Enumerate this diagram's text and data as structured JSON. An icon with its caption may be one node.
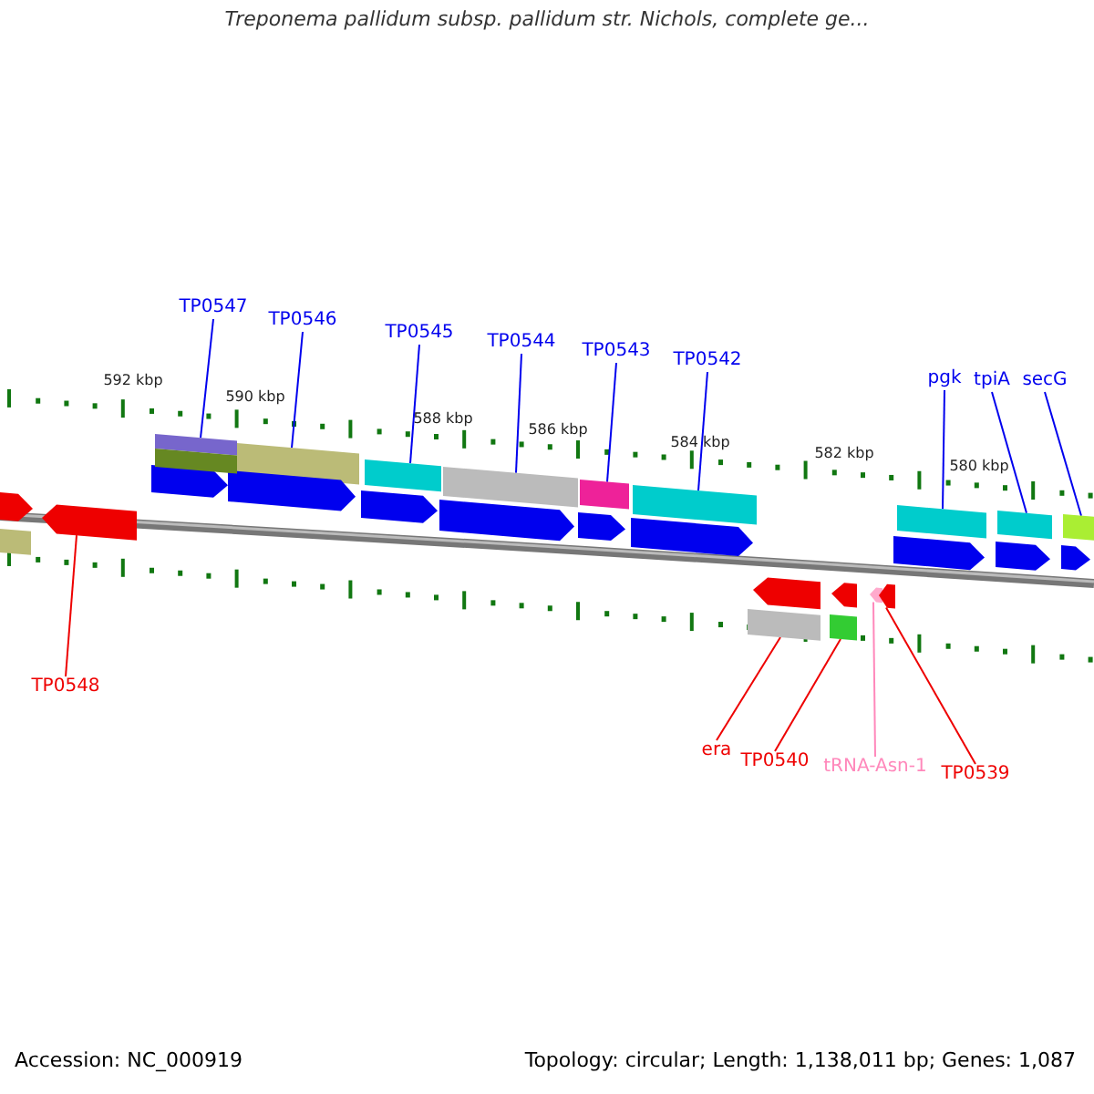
{
  "diagram": {
    "title": "Treponema pallidum subsp. pallidum str. Nichols, complete ge...",
    "nodes": [
      {
        "text": [
          "TP0547"
        ]
      },
      {
        "text": [
          "TP0546"
        ]
      },
      {
        "text": [
          "TP0545"
        ]
      },
      {
        "text": [
          "TP0544"
        ]
      },
      {
        "text": [
          "TP0543"
        ]
      },
      {
        "text": [
          "TP0542"
        ]
      },
      {
        "text": [
          "pgk"
        ]
      },
      {
        "text": [
          "tpiA"
        ]
      },
      {
        "text": [
          "secG"
        ]
      },
      {
        "text": [
          "TP0548"
        ]
      },
      {
        "text": [
          "era"
        ]
      },
      {
        "text": [
          "TP0540"
        ]
      },
      {
        "text": [
          "tRNA-Asn-1"
        ]
      },
      {
        "text": [
          "TP0539"
        ]
      },
      {
        "text": [],
        "shape": "bar"
      },
      {
        "text": [],
        "shape": "bar"
      },
      {
        "text": [],
        "shape": "bar"
      },
      {
        "text": [],
        "shape": "bar"
      },
      {
        "text": [],
        "shape": "bar"
      },
      {
        "text": [],
        "shape": "bar"
      },
      {
        "text": [],
        "shape": "bar"
      },
      {
        "text": [],
        "shape": "bar"
      },
      {
        "text": [],
        "shape": "bar"
      },
      {
        "text": [],
        "shape": "arrow"
      },
      {
        "text": [],
        "shape": "bar"
      },
      {
        "text": [],
        "shape": "bar"
      },
      {
        "text": [],
        "shape": "arrow"
      },
      {
        "text": [],
        "shape": "arrow"
      },
      {
        "text": [],
        "shape": "arrow"
      },
      {
        "text": [],
        "shape": "arrow"
      },
      {
        "text": [],
        "shape": "arrow"
      },
      {
        "text": [],
        "shape": "arrow"
      },
      {
        "text": [],
        "shape": "arrow"
      },
      {
        "text": [],
        "shape": "arrow"
      },
      {
        "text": [],
        "shape": "arrow"
      },
      {
        "text": [],
        "shape": "arrow"
      },
      {
        "text": [],
        "shape": "arrow"
      },
      {
        "text": [],
        "shape": "bar"
      },
      {
        "text": [],
        "shape": "arrow"
      },
      {
        "text": [],
        "shape": "bar"
      },
      {
        "text": [],
        "shape": "arrow"
      },
      {
        "text": [],
        "shape": "arrow"
      }
    ],
    "edges": [
      {
        "from": 0,
        "to": 14,
        "arrow": "none"
      },
      {
        "from": 1,
        "to": 15,
        "arrow": "none"
      },
      {
        "from": 2,
        "to": 16,
        "arrow": "none"
      },
      {
        "from": 3,
        "to": 17,
        "arrow": "none"
      },
      {
        "from": 4,
        "to": 18,
        "arrow": "none"
      },
      {
        "from": 5,
        "to": 19,
        "arrow": "none"
      },
      {
        "from": 6,
        "to": 20,
        "arrow": "none"
      },
      {
        "from": 7,
        "to": 21,
        "arrow": "none"
      },
      {
        "from": 8,
        "to": 22,
        "arrow": "none"
      },
      {
        "from": 9,
        "to": 23,
        "arrow": "none",
        "color": "#ee0000"
      },
      {
        "from": 10,
        "to": 24,
        "arrow": "none",
        "color": "#ee0000"
      },
      {
        "from": 11,
        "to": 25,
        "arrow": "none",
        "color": "#ee0000"
      },
      {
        "from": 12,
        "to": 26,
        "arrow": "none",
        "color": "#ff88bb"
      },
      {
        "from": 13,
        "to": 27,
        "arrow": "none",
        "color": "#ee0000"
      }
    ],
    "labels": [
      "592 kbp",
      "590 kbp",
      "588 kbp",
      "586 kbp",
      "584 kbp",
      "582 kbp",
      "580 kbp",
      "Accession: NC_000919",
      "Topology: circular; Length: 1,138,011 bp; Genes: 1,087"
    ]
  }
}
